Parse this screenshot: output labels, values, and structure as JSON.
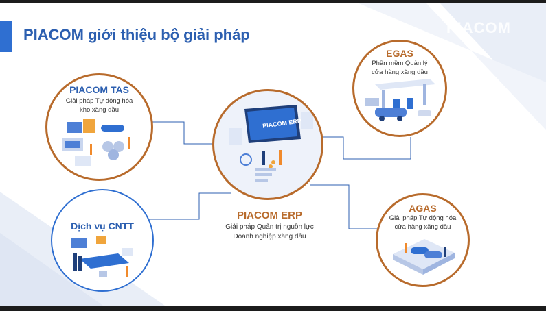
{
  "slide": {
    "title": "PIACOM giới thiệu bộ giải pháp",
    "brand": "PIACOM"
  },
  "colors": {
    "accent_blue": "#2f6fd1",
    "title_blue": "#2c5fb0",
    "ring_brown": "#b86b2c",
    "bar_dark": "#1c1c1c",
    "bg_tint": "#e9eef7"
  },
  "solutions": {
    "tas": {
      "title": "PIACOM TAS",
      "desc_line1": "Giải pháp Tự động hóa",
      "desc_line2": "kho xăng dầu"
    },
    "egas": {
      "title": "EGAS",
      "desc_line1": "Phần mềm Quản lý",
      "desc_line2": "cửa hàng xăng dầu"
    },
    "erp": {
      "title": "PIACOM ERP",
      "desc_line1": "Giải pháp Quản trị nguồn lực",
      "desc_line2": "Doanh nghiệp xăng dầu",
      "screen_text": "PIACOM ERP"
    },
    "cntt": {
      "title": "Dịch vụ CNTT"
    },
    "agas": {
      "title": "AGAS",
      "desc_line1": "Giải pháp Tự động hóa",
      "desc_line2": "cửa hàng xăng dầu"
    }
  }
}
